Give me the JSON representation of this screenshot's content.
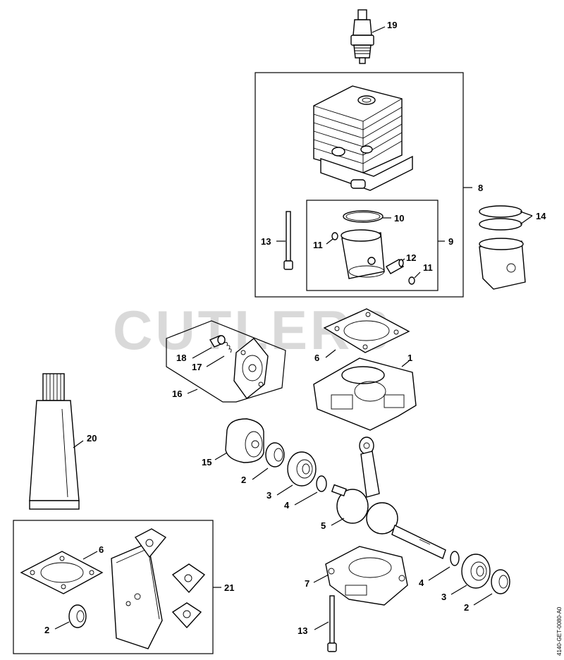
{
  "diagram": {
    "watermark": "CUTLERS",
    "drawing_code": "4140-GET-0080-A0",
    "callouts": {
      "c19": "19",
      "c8": "8",
      "c9": "9",
      "c10": "10",
      "c11a": "11",
      "c11b": "11",
      "c12": "12",
      "c13a": "13",
      "c14": "14",
      "c6a": "6",
      "c1": "1",
      "c18": "18",
      "c17": "17",
      "c16": "16",
      "c20": "20",
      "c15": "15",
      "c2a": "2",
      "c3a": "3",
      "c4a": "4",
      "c5": "5",
      "c6b": "6",
      "c21": "21",
      "c2b": "2",
      "c7": "7",
      "c4b": "4",
      "c3b": "3",
      "c2c": "2",
      "c13b": "13"
    }
  }
}
